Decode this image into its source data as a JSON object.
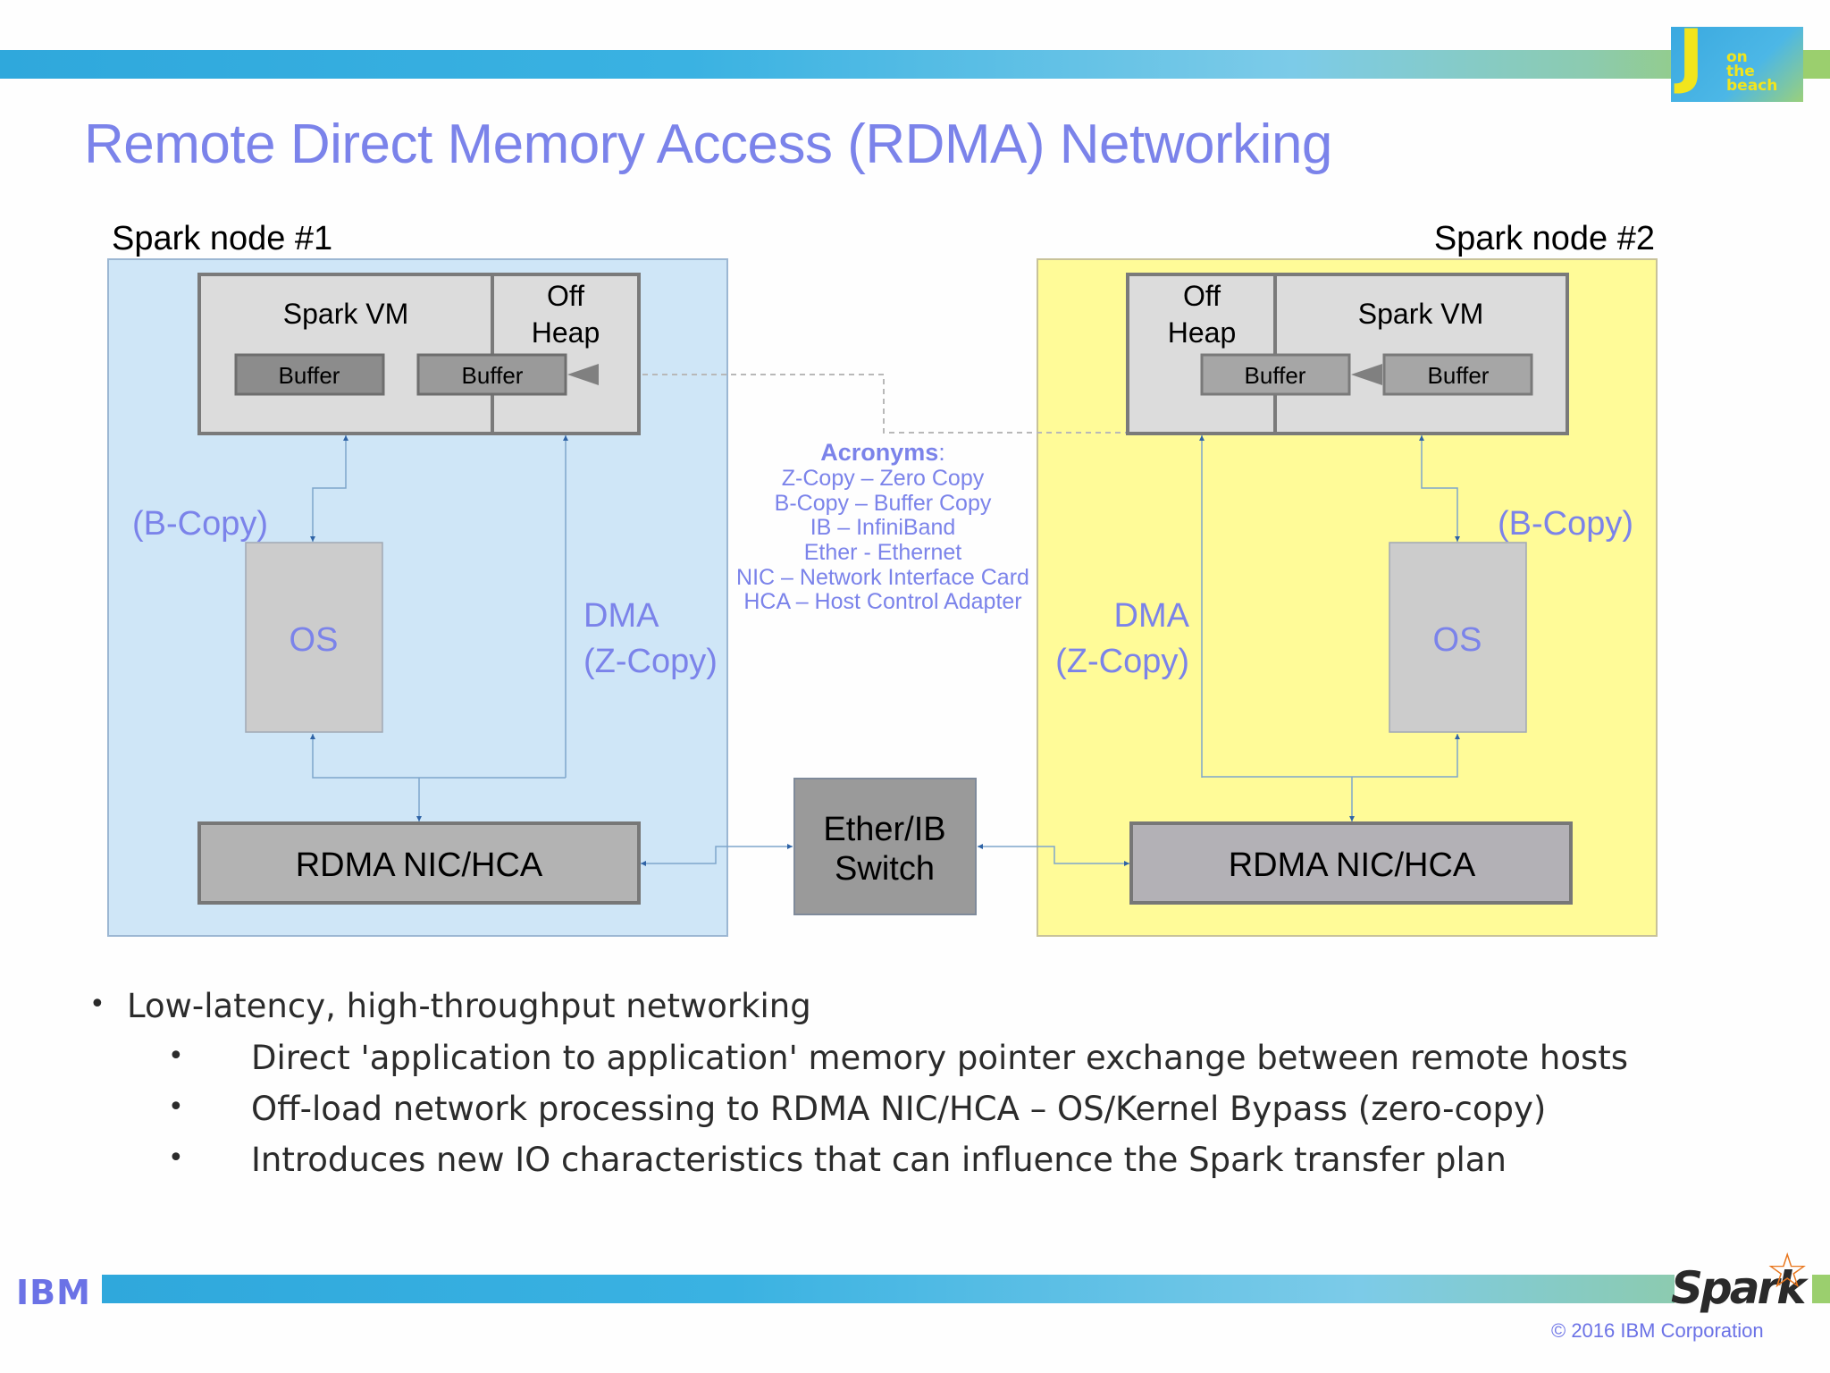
{
  "slide": {
    "title": "Remote Direct Memory Access (RDMA) Networking",
    "event_logo": {
      "letter": "J",
      "words": [
        "on",
        "the",
        "beach"
      ]
    },
    "colors": {
      "title": "#7b83ea",
      "node1_fill": "#cfe6f7",
      "node2_fill": "#fffb98",
      "arrow": "#2f63a6",
      "annotation": "#7b83ea"
    }
  },
  "diagram": {
    "node1": {
      "label": "Spark node #1",
      "spark_vm_label": "Spark VM",
      "off_heap_label": [
        "Off",
        "Heap"
      ],
      "buffer_vm_label": "Buffer",
      "buffer_offheap_label": "Buffer",
      "bcopy_label": "(B-Copy)",
      "os_label": "OS",
      "dma_label": [
        "DMA",
        "(Z-Copy)"
      ],
      "nic_label": "RDMA NIC/HCA"
    },
    "node2": {
      "label": "Spark node #2",
      "spark_vm_label": "Spark VM",
      "off_heap_label": [
        "Off",
        "Heap"
      ],
      "buffer_vm_label": "Buffer",
      "buffer_offheap_label": "Buffer",
      "bcopy_label": "(B-Copy)",
      "os_label": "OS",
      "dma_label": [
        "DMA",
        "(Z-Copy)"
      ],
      "nic_label": "RDMA NIC/HCA"
    },
    "switch_label": [
      "Ether/IB",
      "Switch"
    ],
    "acronyms": {
      "heading": "Acronyms",
      "items": [
        "Z-Copy – Zero Copy",
        "B-Copy – Buffer Copy",
        "IB – InfiniBand",
        "Ether - Ethernet",
        "NIC – Network Interface Card",
        "HCA – Host Control Adapter"
      ]
    }
  },
  "bullets": {
    "main": "Low-latency, high-throughput networking",
    "sub": [
      "Direct 'application to application' memory pointer exchange between remote hosts",
      "Off-load network processing to RDMA NIC/HCA – OS/Kernel Bypass (zero-copy)",
      "Introduces new IO characteristics that can influence the Spark transfer plan"
    ],
    "bullet_glyph": "•"
  },
  "footer": {
    "company_logo": "IBM",
    "product_logo": "Spark",
    "copyright": "© 2016 IBM Corporation"
  }
}
